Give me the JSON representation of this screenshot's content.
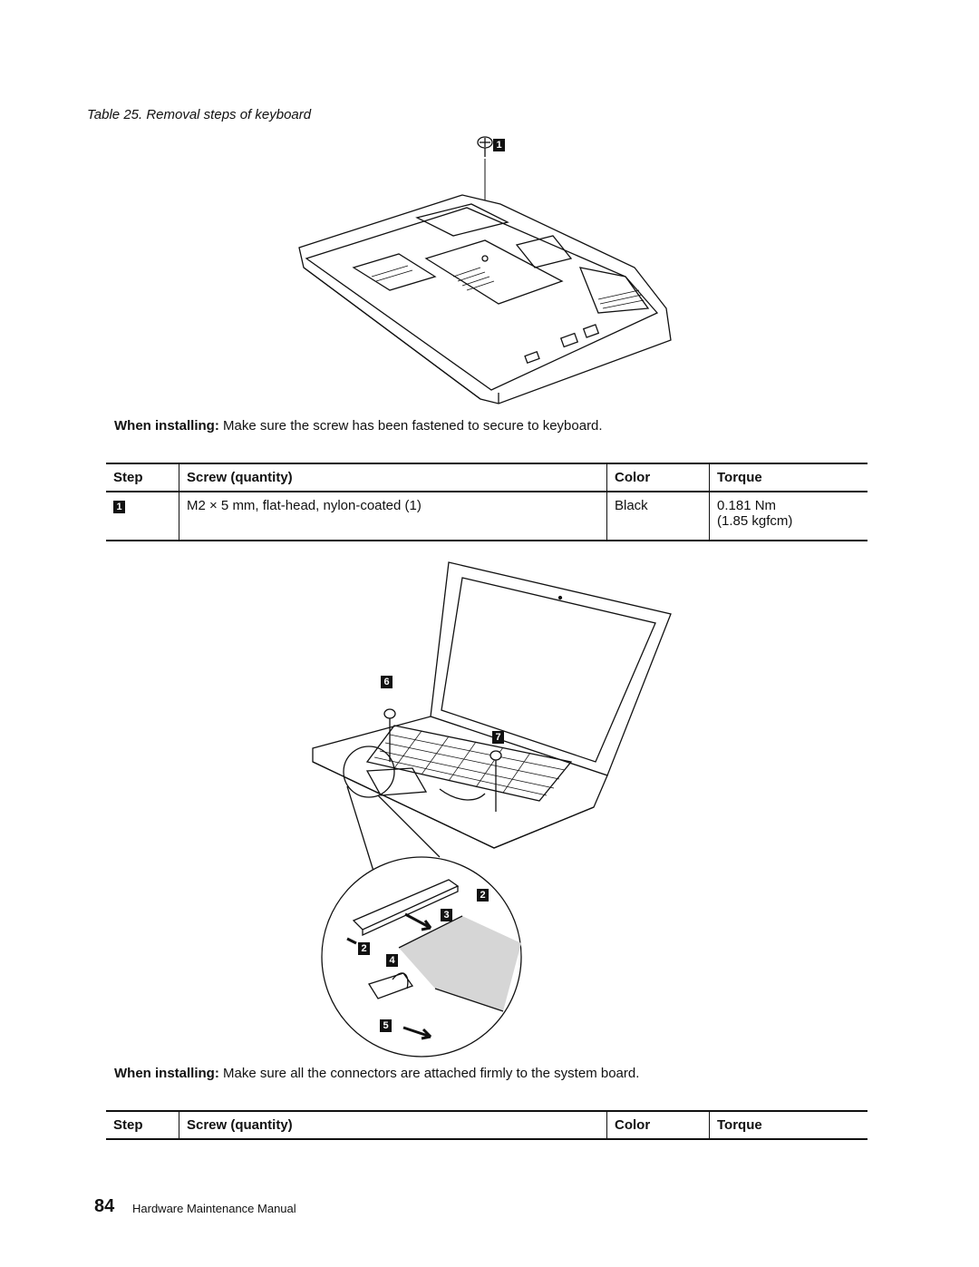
{
  "caption": "Table 25. Removal steps of keyboard",
  "figure1": {
    "callouts": [
      "1"
    ]
  },
  "note1": {
    "label": "When installing:",
    "text": "Make sure the screw has been fastened to secure to keyboard."
  },
  "table1": {
    "headers": [
      "Step",
      "Screw (quantity)",
      "Color",
      "Torque"
    ],
    "rows": [
      {
        "step": "1",
        "screw": "M2 × 5 mm, flat-head, nylon-coated (1)",
        "color": "Black",
        "torque_line1": "0.181 Nm",
        "torque_line2": "(1.85 kgfcm)"
      }
    ]
  },
  "figure2": {
    "callouts": [
      "6",
      "7",
      "2",
      "3",
      "2",
      "4",
      "5"
    ]
  },
  "note2": {
    "label": "When installing:",
    "text": "Make sure all the connectors are attached firmly to the system board."
  },
  "table2": {
    "headers": [
      "Step",
      "Screw (quantity)",
      "Color",
      "Torque"
    ]
  },
  "footer": {
    "page_number": "84",
    "title": "Hardware Maintenance Manual"
  }
}
